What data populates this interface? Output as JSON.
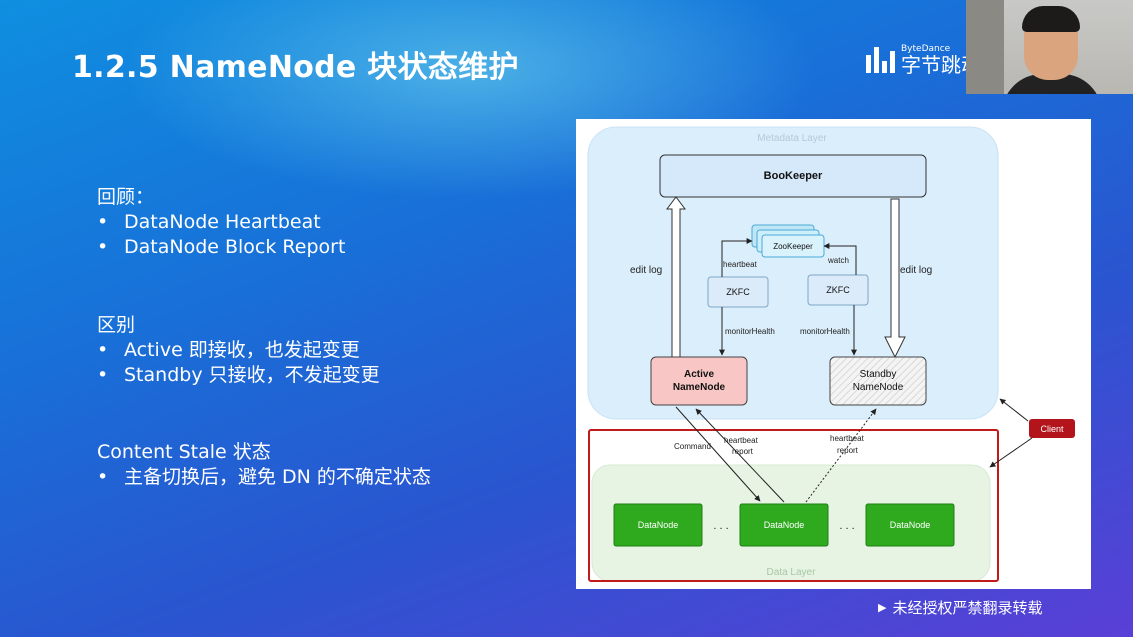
{
  "slide": {
    "title": "1.2.5 NameNode 块状态维护",
    "logo": {
      "en": "ByteDance",
      "cn": "字节跳动"
    },
    "review": {
      "heading": "回顾：",
      "items": [
        "DataNode Heartbeat",
        "DataNode Block Report"
      ]
    },
    "difference": {
      "heading": "区别",
      "items": [
        "Active 即接收，也发起变更",
        "Standby 只接收，不发起变更"
      ]
    },
    "content_stale": {
      "heading": "Content Stale 状态",
      "items": [
        "主备切换后，避免 DN 的不确定状态"
      ]
    },
    "watermark": "未经授权严禁翻录转载"
  },
  "diagram": {
    "metadata_layer": "Metadata Layer",
    "bookkeeper": "BooKeeper",
    "zookeeper": "ZooKeeper",
    "zkfc_left": "ZKFC",
    "zkfc_right": "ZKFC",
    "active_l1": "Active",
    "active_l2": "NameNode",
    "standby_l1": "Standby",
    "standby_l2": "NameNode",
    "edit_log_left": "edit log",
    "edit_log_right": "edit log",
    "heartbeat_zk": "heartbeat",
    "watch": "watch",
    "monitor_left": "monitorHealth",
    "monitor_right": "monitorHealth",
    "command": "Command",
    "hb_report_left_1": "heartbeat",
    "hb_report_left_2": "report",
    "hb_report_right_1": "heartbeat",
    "hb_report_right_2": "report",
    "client": "Client",
    "datanode_1": "DataNode",
    "datanode_2": "DataNode",
    "datanode_3": "DataNode",
    "dots_1": ". . .",
    "dots_2": ". . .",
    "data_layer": "Data Layer"
  }
}
